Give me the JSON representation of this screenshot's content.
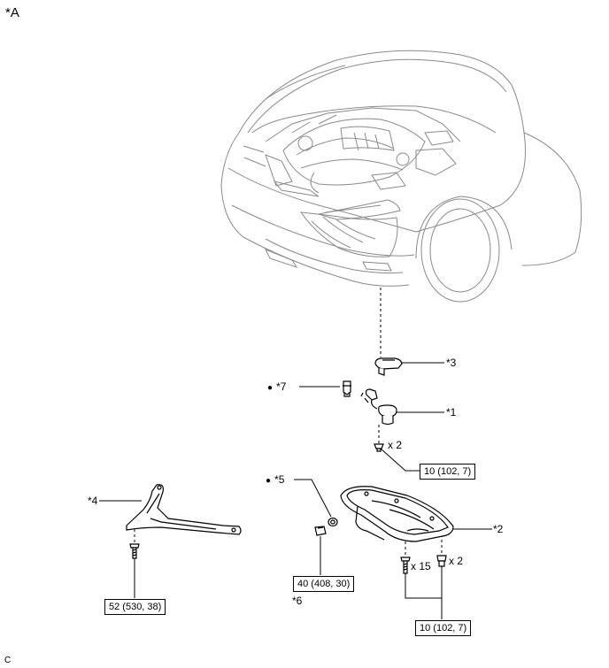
{
  "view_label": "*A",
  "corner_code": "C",
  "bullet": "●",
  "callouts": {
    "c1": "*1",
    "c2": "*2",
    "c3": "*3",
    "c4": "*4",
    "c5": "*5",
    "c6": "*6",
    "c7": "*7"
  },
  "quantities": {
    "q_plug": "x 2",
    "q_bolts": "x 15",
    "q_nuts": "x 2"
  },
  "torques": {
    "t_sensor": "10 (102, 7)",
    "t_pan": "10 (102, 7)",
    "t_brace": "52 (530, 38)",
    "t_drain": "40 (408, 30)"
  },
  "colors": {
    "line": "#000000",
    "car_line": "#8a8a8a",
    "background": "#ffffff"
  }
}
